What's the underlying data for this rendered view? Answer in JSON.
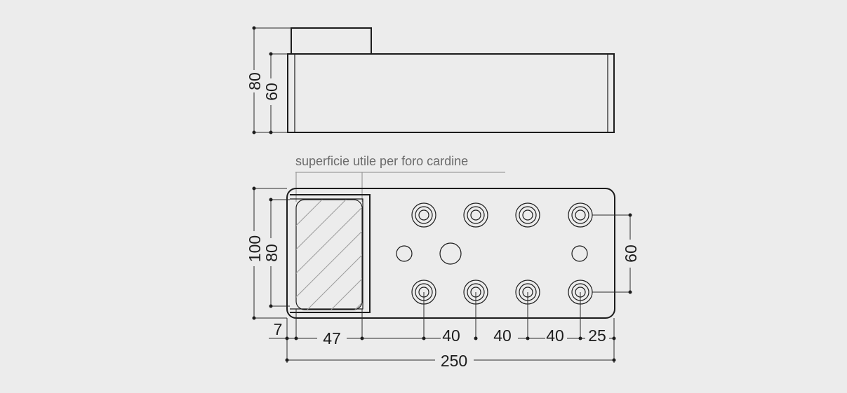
{
  "annotation": "superficie utile per foro cardine",
  "dimensions": {
    "side_total_height": "80",
    "side_body_height": "60",
    "plan_total_height": "100",
    "plan_pad_height": "80",
    "pad_offset": "7",
    "pad_width": "47",
    "hole_spacing_1": "40",
    "hole_spacing_2": "40",
    "hole_spacing_3": "40",
    "end_offset": "25",
    "total_length": "250",
    "row_spacing": "60"
  },
  "colors": {
    "background": "#ececec",
    "line": "#1c1c1c",
    "annotation": "#6b6b6b"
  }
}
